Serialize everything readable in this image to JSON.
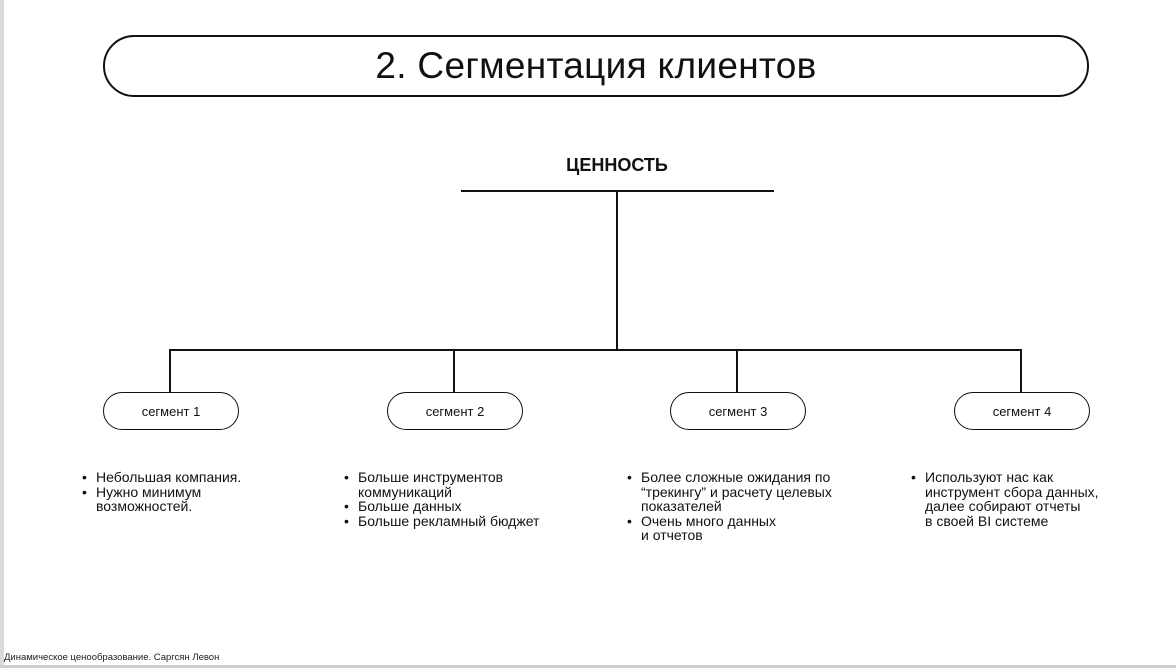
{
  "title": "2. Сегментация клиентов",
  "root": "ЦЕННОСТЬ",
  "segments": [
    {
      "label": "сегмент 1",
      "bullets": [
        "Небольшая компания.",
        "Нужно минимум\nвозможностей."
      ]
    },
    {
      "label": "сегмент 2",
      "bullets": [
        "Больше инструментов\nкоммуникаций",
        "Больше данных",
        "Больше рекламный бюджет"
      ]
    },
    {
      "label": "сегмент 3",
      "bullets": [
        "Более сложные ожидания по\n“трекингу” и расчету целевых\nпоказателей",
        "Очень много данных\n  и отчетов"
      ]
    },
    {
      "label": "сегмент 4",
      "bullets": [
        "Используют нас как\nинструмент сбора данных,\nдалее собирают отчеты\n в своей BI системе"
      ]
    }
  ],
  "footer": "Динамическое ценообразование. Саргсян Левон"
}
